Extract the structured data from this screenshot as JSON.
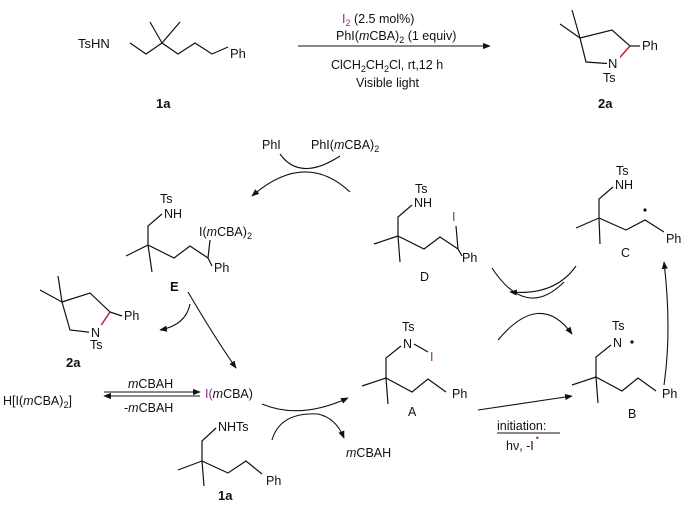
{
  "top_reaction": {
    "reactant": {
      "amine": "TsHN",
      "phenyl": "Ph",
      "label": "1a"
    },
    "conditions": {
      "catalyst_reagent": "I",
      "catalyst_sub": "2",
      "catalyst_amount": " (2.5 mol%)",
      "oxidant_pre": "PhI(",
      "oxidant_italic": "m",
      "oxidant_post": "CBA)",
      "oxidant_sub": "2",
      "oxidant_amount": " (1 equiv)",
      "solvent_1": "ClCH",
      "solvent_sub1": "2",
      "solvent_2": "CH",
      "solvent_sub2": "2",
      "solvent_3": "Cl, rt,12 h",
      "light": "Visible light"
    },
    "product": {
      "phenyl": "Ph",
      "nitrogen": "N",
      "tosyl": "Ts",
      "label": "2a"
    }
  },
  "cycle": {
    "top_arrow": {
      "product": "PhI",
      "reagent_pre": "PhI(",
      "reagent_italic": "m",
      "reagent_post": "CBA)",
      "reagent_sub": "2"
    },
    "E": {
      "tosyl": "Ts",
      "amine": "NH",
      "iodo_pre": "I(",
      "iodo_italic": "m",
      "iodo_post": "CBA)",
      "iodo_sub": "2",
      "phenyl": "Ph",
      "label": "E"
    },
    "D": {
      "tosyl": "Ts",
      "amine": "NH",
      "iodo": "I",
      "phenyl": "Ph",
      "label": "D"
    },
    "C": {
      "tosyl": "Ts",
      "amine": "NH",
      "phenyl": "Ph",
      "label": "C"
    },
    "product_2a": {
      "phenyl": "Ph",
      "nitrogen": "N",
      "tosyl": "Ts",
      "label": "2a"
    },
    "A": {
      "tosyl": "Ts",
      "nitrogen": "N",
      "iodo": "I",
      "phenyl": "Ph",
      "label": "A"
    },
    "B": {
      "tosyl": "Ts",
      "nitrogen": "N",
      "phenyl": "Ph",
      "label": "B"
    },
    "equilibrium": {
      "left_pre": "H[I(",
      "left_italic": "m",
      "left_mid": "CBA)",
      "left_sub": "2",
      "left_post": "]",
      "forward_italic": "m",
      "forward_post": "CBAH",
      "reverse_pre": "-",
      "reverse_italic": "m",
      "reverse_post": "CBAH",
      "right_pre": "I(",
      "right_italic": "m",
      "right_post": "CBA)"
    },
    "substrate_1a": {
      "amine": "NHTs",
      "phenyl": "Ph",
      "label": "1a"
    },
    "byproduct_italic": "m",
    "byproduct_post": "CBAH",
    "initiation": {
      "title": "initiation:",
      "line_pre": "hν, -I",
      "radical": "•"
    }
  }
}
